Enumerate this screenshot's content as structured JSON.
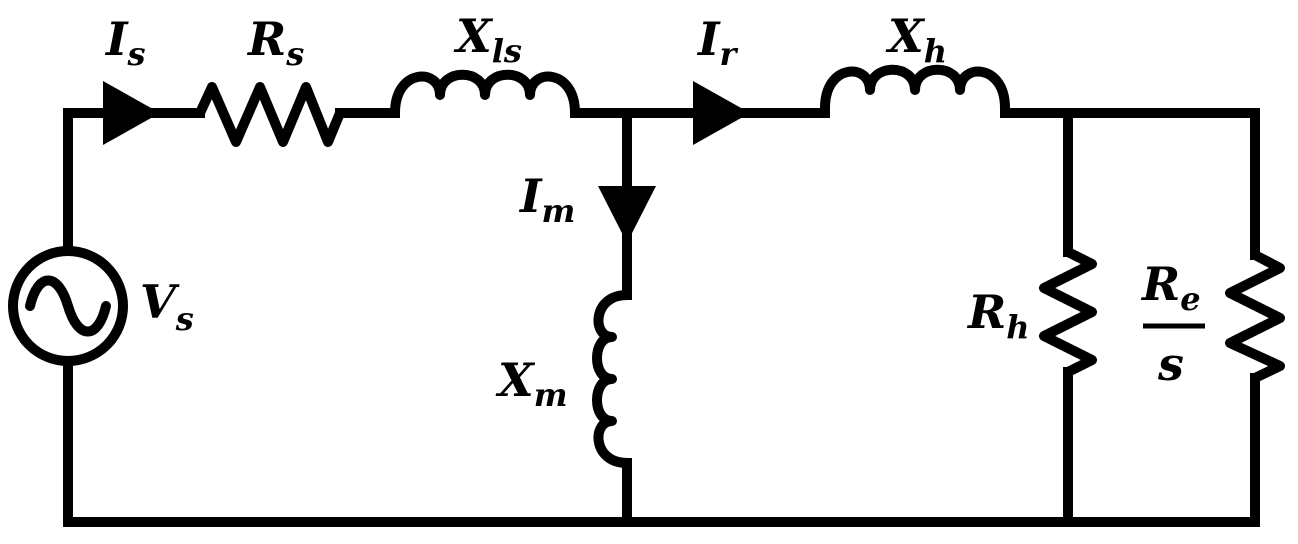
{
  "labels": {
    "is": {
      "main": "I",
      "sub": "s"
    },
    "rs": {
      "main": "R",
      "sub": "s"
    },
    "xls": {
      "main": "X",
      "sub": "ls"
    },
    "ir": {
      "main": "I",
      "sub": "r"
    },
    "xh": {
      "main": "X",
      "sub": "h"
    },
    "im": {
      "main": "I",
      "sub": "m"
    },
    "vs": {
      "main": "V",
      "sub": "s"
    },
    "xm": {
      "main": "X",
      "sub": "m"
    },
    "rh": {
      "main": "R",
      "sub": "h"
    },
    "re_s": {
      "num_main": "R",
      "num_sub": "e",
      "den": "s"
    }
  }
}
